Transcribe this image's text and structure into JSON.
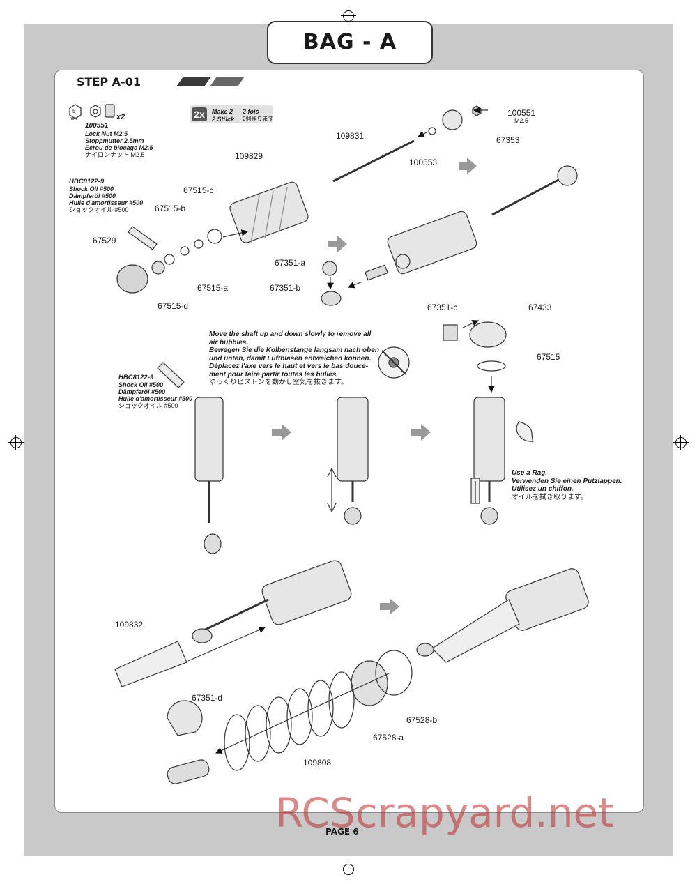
{
  "header": {
    "title": "BAG - A"
  },
  "step": {
    "title": "STEP A-01"
  },
  "hardware": {
    "wrench_size": "5",
    "wrench_unit": "mm",
    "count": "x2",
    "part_no": "100551",
    "names": [
      "Lock Nut M2.5",
      "Stoppmutter 2.5mm",
      "Ecrou de blocage M2.5",
      "ナイロンナット M2.5"
    ]
  },
  "make_badge": {
    "count": "2x",
    "lines": [
      "Make 2",
      "2 fois",
      "2 Stück",
      "2個作ります"
    ]
  },
  "oil_note_1": {
    "part_no": "HBC8122-9",
    "names": [
      "Shock Oil #500",
      "Dämpferöl #500",
      "Huile d'amortisseur #500",
      "ショックオイル #500"
    ]
  },
  "oil_note_2": {
    "part_no": "HBC8122-9",
    "names": [
      "Shock Oil #500",
      "Dämpferöl #500",
      "Huile d'amortisseur #500",
      "ショックオイル #500"
    ]
  },
  "bubble_note": [
    "Move the shaft up and down slowly to remove all",
    "air bubbles.",
    "Bewegen Sie die Kolbenstange langsam nach oben",
    "und unten, damit Luftblasen entweichen können.",
    "Déplacez l'axe vers le haut et vers le bas douce-",
    "ment pour faire partir toutes les bulles.",
    "ゆっくりピストンを動かし空気を抜きます。"
  ],
  "rag_note": [
    "Use a Rag.",
    "Verwenden Sie einen Putzlappen.",
    "Utilisez un chiffon.",
    "オイルを拭き取ります。"
  ],
  "parts": {
    "p100551": "100551",
    "p100551_sub": "M2.5",
    "p109831": "109831",
    "p67353": "67353",
    "p100553": "100553",
    "p109829": "109829",
    "p67515c": "67515-c",
    "p67515b": "67515-b",
    "p67529": "67529",
    "p67515a": "67515-a",
    "p67515d": "67515-d",
    "p67351a": "67351-a",
    "p67351b": "67351-b",
    "p67351c": "67351-c",
    "p67433": "67433",
    "p67515": "67515",
    "p109832": "109832",
    "p67351d": "67351-d",
    "p109808": "109808",
    "p67528a": "67528-a",
    "p67528b": "67528-b"
  },
  "footer": {
    "page": "PAGE   6"
  },
  "watermark": "RCScrapyard.net"
}
